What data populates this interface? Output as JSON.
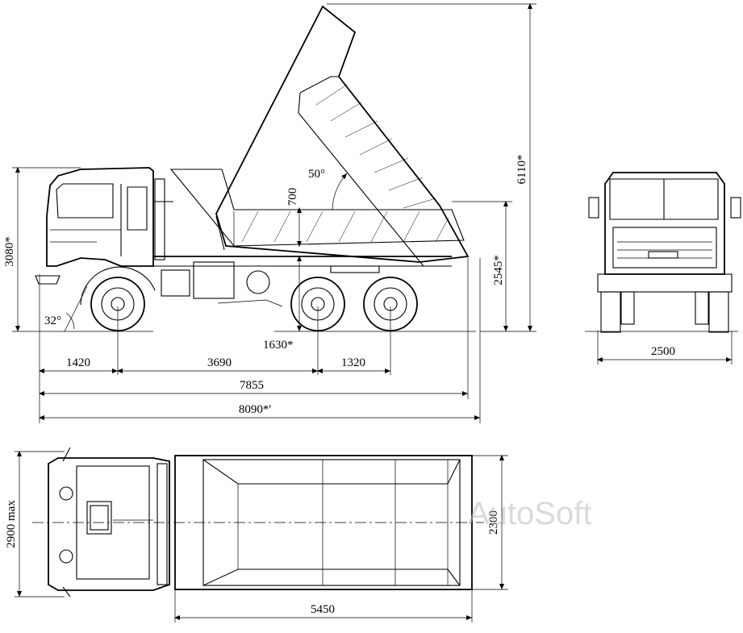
{
  "side_view": {
    "dims": {
      "tipped_height": "6110*",
      "cab_height": "3080*",
      "body_height": "2545*",
      "sideboard_height": "700",
      "tip_angle": "50°",
      "approach_angle": "32°",
      "front_overhang": "1420",
      "wheelbase_front": "3690",
      "bogie_spacing": "1320",
      "rear_axle_offset": "1630*",
      "length_body": "7855",
      "length_total": "8090*'"
    }
  },
  "front_view": {
    "dims": {
      "track_width": "2500"
    }
  },
  "top_view": {
    "dims": {
      "overall_width": "2900 max",
      "body_width": "2300",
      "body_length": "5450"
    }
  },
  "watermark": "AutoSoft"
}
